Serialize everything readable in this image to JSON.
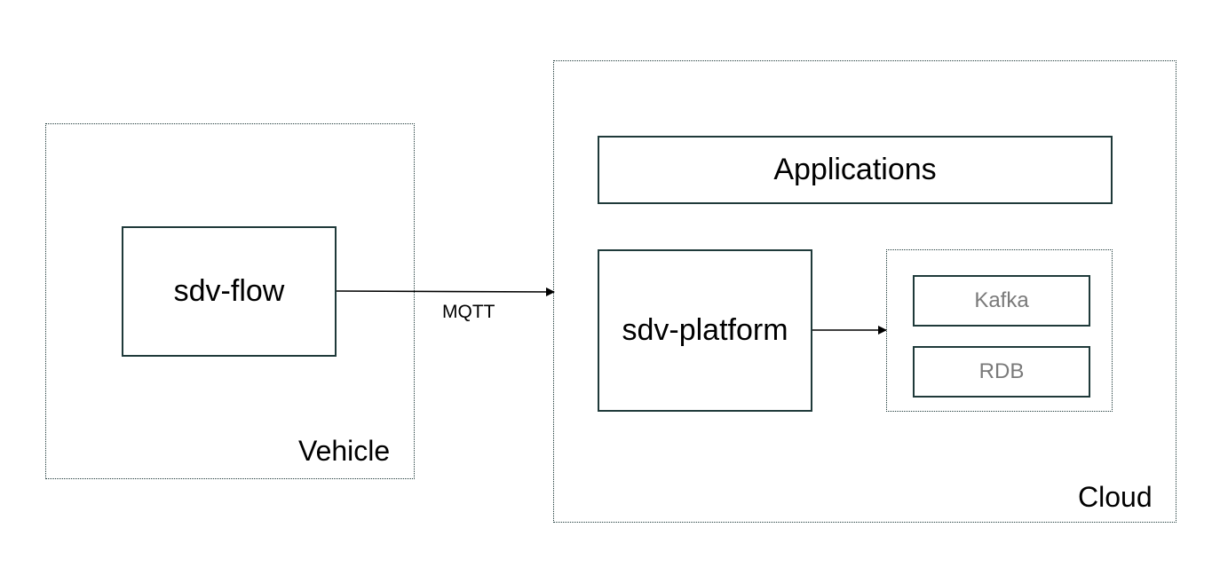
{
  "regions": {
    "vehicle": {
      "label": "Vehicle"
    },
    "cloud": {
      "label": "Cloud"
    }
  },
  "nodes": {
    "sdv_flow": {
      "label": "sdv-flow"
    },
    "applications": {
      "label": "Applications"
    },
    "sdv_platform": {
      "label": "sdv-platform"
    },
    "kafka": {
      "label": "Kafka"
    },
    "rdb": {
      "label": "RDB"
    }
  },
  "edges": {
    "flow_to_cloud": {
      "label": "MQTT"
    },
    "platform_to_storage": {
      "label": ""
    }
  },
  "colors": {
    "border": "#1f3a3a",
    "text": "#000000",
    "muted_text": "#7a7a7a"
  }
}
